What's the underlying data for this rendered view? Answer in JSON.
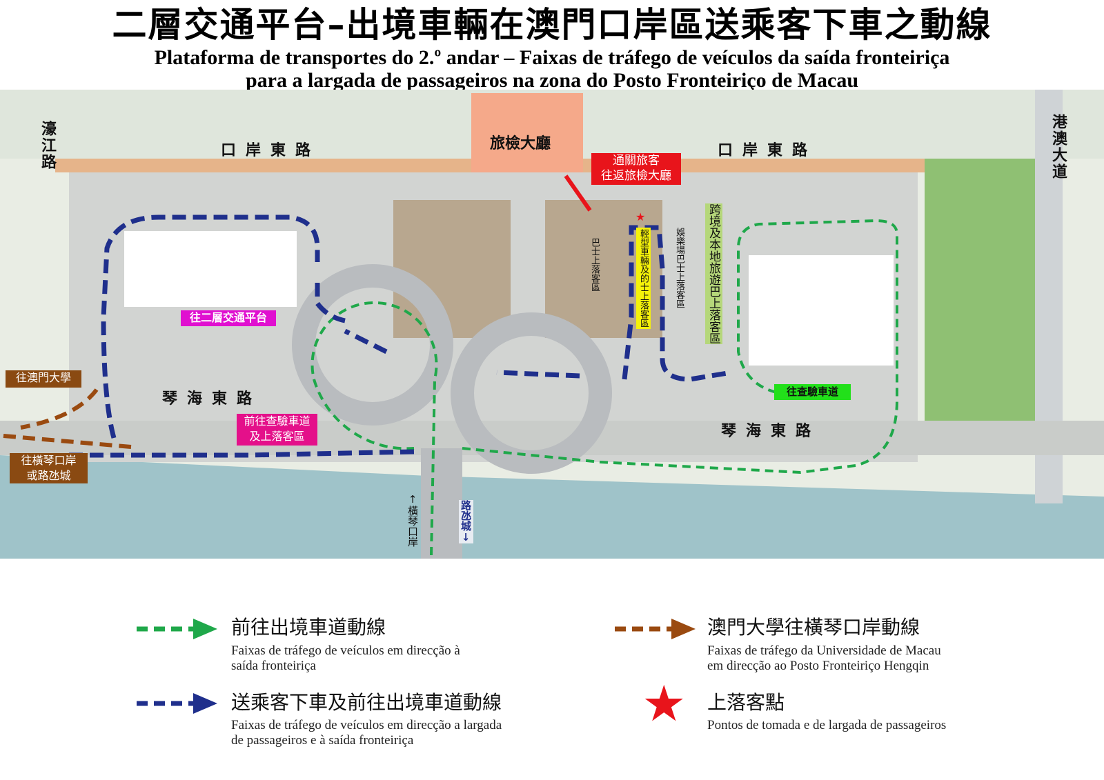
{
  "title": "二層交通平台–出境車輛在澳門口岸區送乘客下車之動線",
  "subtitle_line1": "Plataforma de transportes do 2.º andar – Faixas de tráfego de veículos da saída fronteiriça",
  "subtitle_line2": "para a largada de passageiros na zona do Posto Fronteiriço de Macau",
  "map": {
    "roads": {
      "hou_kong": "濠江路",
      "border_east_left": "口岸東路",
      "border_east_right": "口岸東路",
      "hk_macau_ave": "港澳大道",
      "kam_hoi_left": "琴海東路",
      "kam_hoi_right": "琴海東路"
    },
    "hall": "旅檢大廳",
    "passenger_box": [
      "通關旅客",
      "往返旅檢大廳"
    ],
    "to_platform": "往二層交通平台",
    "to_um": "往澳門大學",
    "to_hengqin": [
      "往橫琴口岸",
      "或路氹城"
    ],
    "to_inspection_pickup": [
      "前往查驗車道",
      "及上落客區"
    ],
    "to_inspection": "往查驗車道",
    "bus_zone": "巴士上落客區",
    "light_vehicle_zone": "輕型車輛及的士上落客區",
    "casino_bus_zone": "娛樂場巴士上落客區",
    "tour_bus_zone": "跨境及本地旅遊巴上落客區",
    "hengqin_port": "橫琴口岸",
    "cotai": "路氹城"
  },
  "legend": [
    {
      "zh": "前往出境車道動線",
      "pt": [
        "Faixas de tráfego de veículos em direcção à",
        "saída fronteiriça"
      ],
      "color": "#1fa84a"
    },
    {
      "zh": "送乘客下車及前往出境車道動線",
      "pt": [
        "Faixas de tráfego de veículos em direcção a largada",
        "de passageiros e à saída fronteiriça"
      ],
      "color": "#1f2f8c"
    },
    {
      "zh": "澳門大學往橫琴口岸動線",
      "pt": [
        "Faixas de tráfego da Universidade de Macau",
        "em direcção ao Posto Fronteiriço Hengqin"
      ],
      "color": "#9a4a10"
    },
    {
      "zh": "上落客點",
      "pt": [
        "Pontos de tomada e de largada de passageiros"
      ],
      "color": "#e8141b"
    }
  ]
}
